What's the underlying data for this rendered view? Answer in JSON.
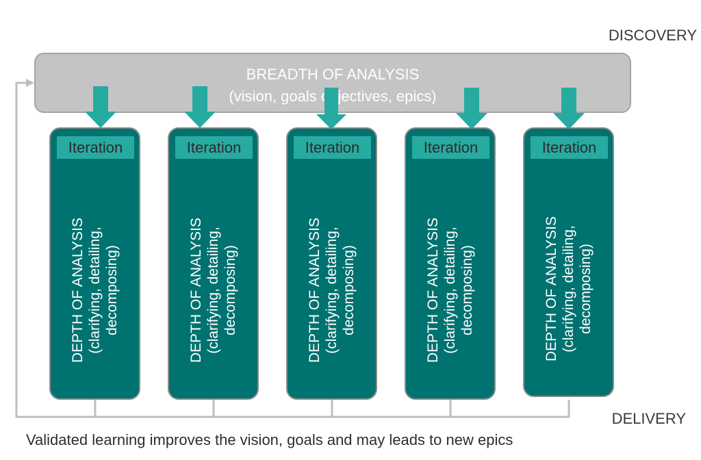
{
  "corner_labels": {
    "top": "DISCOVERY",
    "bottom": "DELIVERY"
  },
  "breadth": {
    "title": "BREADTH OF ANALYSIS",
    "subtitle": "(vision, goals objectives, epics)"
  },
  "iterations": [
    {
      "header": "Iteration",
      "depth_line1": "DEPTH OF ANALYSIS",
      "depth_line2": "(clarifying, detailing,",
      "depth_line3": "decomposing)"
    },
    {
      "header": "Iteration",
      "depth_line1": "DEPTH OF ANALYSIS",
      "depth_line2": "(clarifying, detailing,",
      "depth_line3": "decomposing)"
    },
    {
      "header": "Iteration",
      "depth_line1": "DEPTH OF ANALYSIS",
      "depth_line2": "(clarifying, detailing,",
      "depth_line3": "decomposing)"
    },
    {
      "header": "Iteration",
      "depth_line1": "DEPTH OF ANALYSIS",
      "depth_line2": "(clarifying, detailing,",
      "depth_line3": "decomposing)"
    },
    {
      "header": "Iteration",
      "depth_line1": "DEPTH OF ANALYSIS",
      "depth_line2": "(clarifying, detailing,",
      "depth_line3": "decomposing)"
    }
  ],
  "caption": "Validated learning improves the vision, goals and may leads to new epics",
  "colors": {
    "breadth_fill": "#c4c4c4",
    "card_fill": "#007270",
    "header_fill": "#27aba1",
    "arrow_fill": "#27aba1",
    "feedback_line": "#bfbfbf"
  }
}
